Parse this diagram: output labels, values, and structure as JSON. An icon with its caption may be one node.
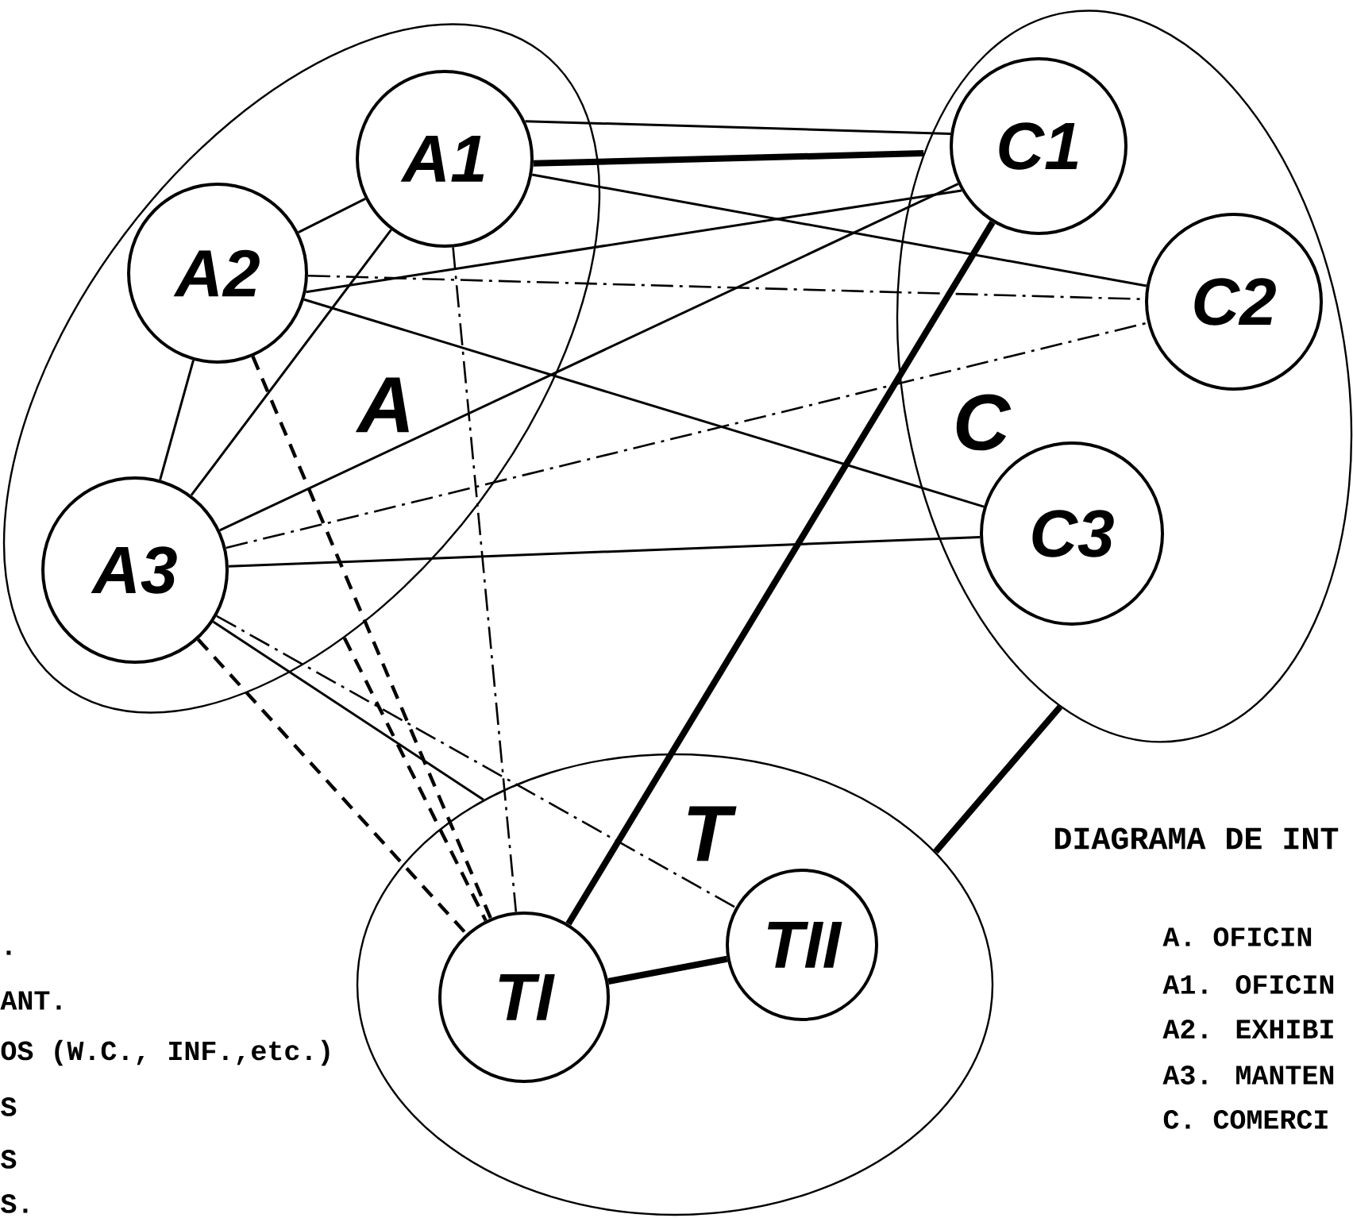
{
  "diagram": {
    "title": "DIAGRAMA DE INT",
    "nodes": [
      {
        "text": [
          "A"
        ]
      },
      {
        "text": [
          "A1"
        ],
        "in": 0
      },
      {
        "text": [
          "A2"
        ],
        "in": 0
      },
      {
        "text": [
          "A3"
        ],
        "in": 0
      },
      {
        "text": [
          "C"
        ]
      },
      {
        "text": [
          "C1"
        ],
        "in": 4
      },
      {
        "text": [
          "C2"
        ],
        "in": 4
      },
      {
        "text": [
          "C3"
        ],
        "in": 4
      },
      {
        "text": [
          "T"
        ]
      },
      {
        "text": [
          "TI"
        ],
        "in": 8
      },
      {
        "text": [
          "TII"
        ],
        "in": 8
      }
    ],
    "edges": [
      {
        "from": 1,
        "to": 2,
        "arrow": "none"
      },
      {
        "from": 2,
        "to": 3,
        "arrow": "none"
      },
      {
        "from": 1,
        "to": 3,
        "arrow": "none"
      },
      {
        "from": 1,
        "to": 5,
        "arrow": "none"
      },
      {
        "from": 1,
        "to": 4,
        "arrow": "none",
        "style": "thick"
      },
      {
        "from": 1,
        "to": 6,
        "arrow": "none"
      },
      {
        "from": 2,
        "to": 5,
        "arrow": "none"
      },
      {
        "from": 2,
        "to": 6,
        "arrow": "none",
        "style": "dashed"
      },
      {
        "from": 2,
        "to": 7,
        "arrow": "none"
      },
      {
        "from": 3,
        "to": 5,
        "arrow": "none"
      },
      {
        "from": 3,
        "to": 6,
        "arrow": "none",
        "style": "dashed"
      },
      {
        "from": 3,
        "to": 7,
        "arrow": "none"
      },
      {
        "from": 1,
        "to": 9,
        "arrow": "none",
        "style": "dashed"
      },
      {
        "from": 2,
        "to": 9,
        "arrow": "none",
        "style": "dashed"
      },
      {
        "from": 0,
        "to": 9,
        "arrow": "none",
        "style": "dashed"
      },
      {
        "from": 3,
        "to": 9,
        "arrow": "none",
        "style": "dashed"
      },
      {
        "from": 3,
        "to": 8,
        "arrow": "none"
      },
      {
        "from": 3,
        "to": 10,
        "arrow": "none",
        "style": "dashed"
      },
      {
        "from": 5,
        "to": 9,
        "arrow": "none",
        "style": "thick"
      },
      {
        "from": 9,
        "to": 10,
        "arrow": "none",
        "style": "thick"
      },
      {
        "from": 4,
        "to": 8,
        "arrow": "none",
        "style": "thick"
      }
    ],
    "labels": [
      ".",
      "ANT.",
      "OS (W.C., INF.,etc.)",
      "S",
      "S",
      "S.",
      "A.  OFICIN",
      "A1. OFICIN",
      "A2. EXHIBI",
      "A3. MANTEN",
      "C. COMERCI"
    ]
  }
}
